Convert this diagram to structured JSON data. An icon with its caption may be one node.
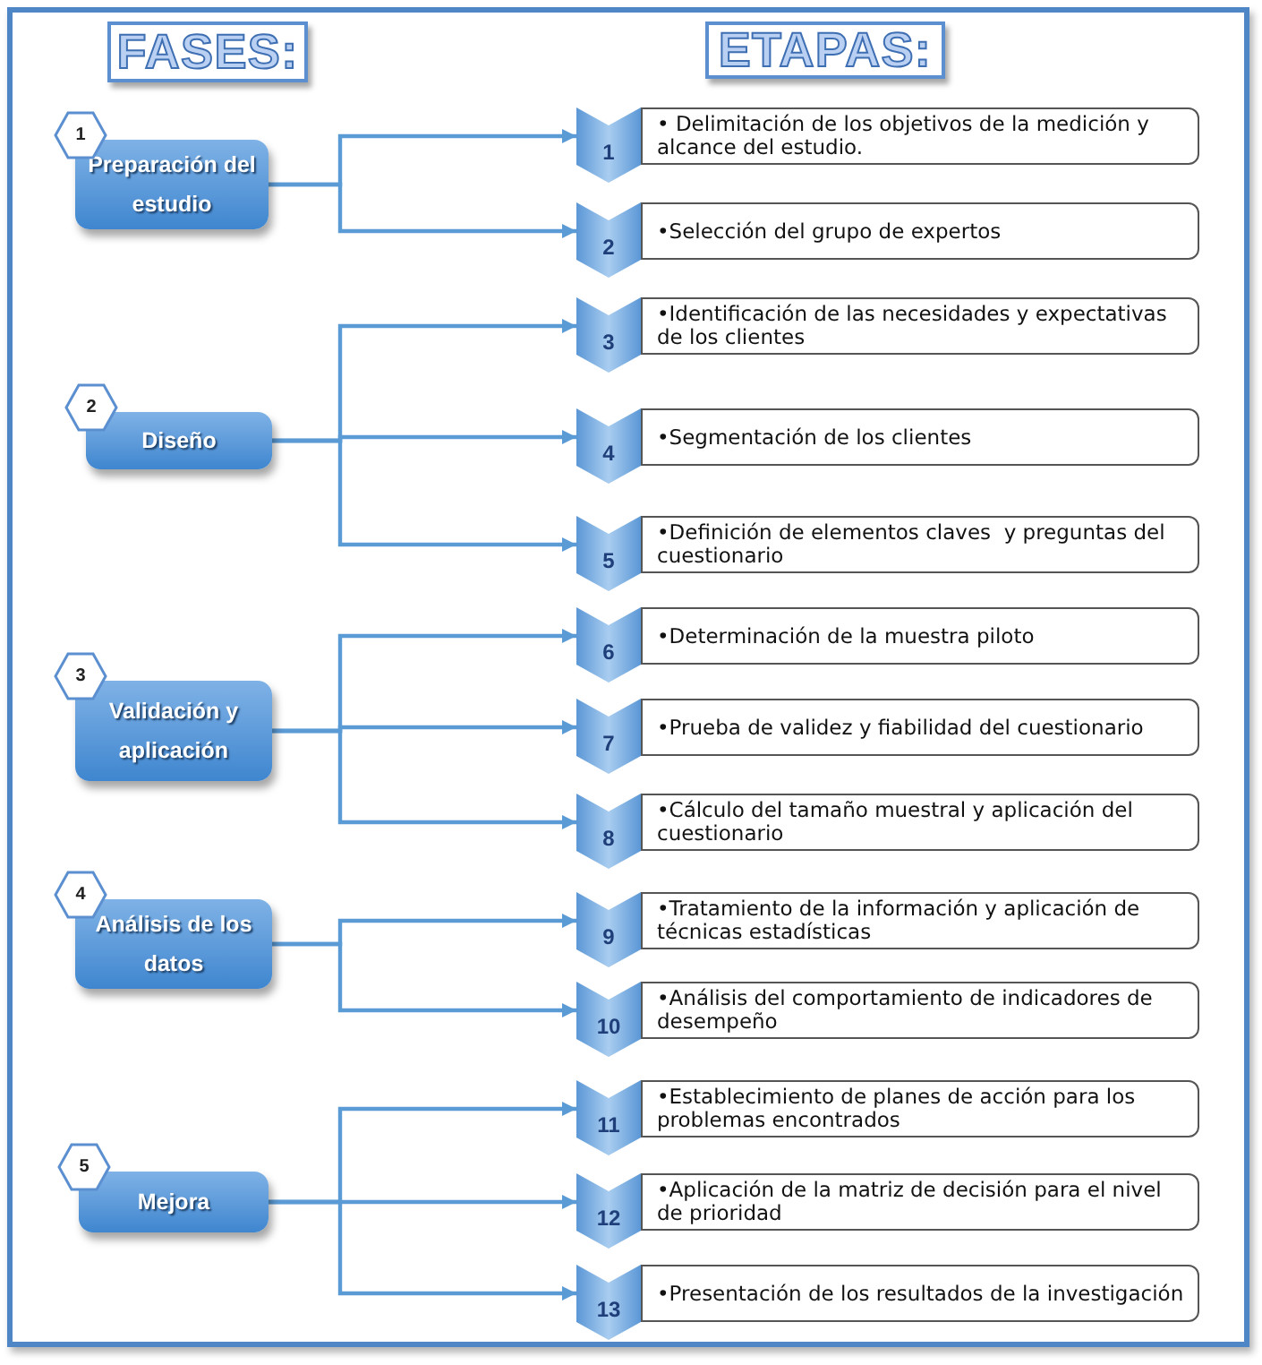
{
  "diagram": {
    "nodes": [
      {
        "text": [
          "FASES:"
        ]
      },
      {
        "text": [
          "ETAPAS:"
        ]
      },
      {
        "text": [
          "1",
          "Preparación del estudio"
        ]
      },
      {
        "text": [
          "1",
          "• Delimitación de los objetivos de la medición y alcance del estudio."
        ]
      },
      {
        "text": [
          "2",
          "•Selección del grupo de expertos"
        ]
      },
      {
        "text": [
          "2",
          "Diseño"
        ]
      },
      {
        "text": [
          "3",
          "•Identificación de las necesidades y expectativas de los clientes"
        ]
      },
      {
        "text": [
          "4",
          "•Segmentación de los clientes"
        ]
      },
      {
        "text": [
          "5",
          "•Definición de elementos claves  y preguntas del cuestionario"
        ]
      },
      {
        "text": [
          "3",
          "Validación y aplicación"
        ]
      },
      {
        "text": [
          "6",
          "•Determinación de la muestra piloto"
        ]
      },
      {
        "text": [
          "7",
          "•Prueba de validez y fiabilidad del cuestionario"
        ]
      },
      {
        "text": [
          "8",
          "•Cálculo del tamaño muestral y aplicación del cuestionario"
        ]
      },
      {
        "text": [
          "4",
          "Análisis de los datos"
        ]
      },
      {
        "text": [
          "9",
          "•Tratamiento de la información y aplicación de técnicas estadísticas"
        ]
      },
      {
        "text": [
          "10",
          "•Análisis del comportamiento de indicadores de desempeño"
        ]
      },
      {
        "text": [
          "5",
          "Mejora"
        ]
      },
      {
        "text": [
          "11",
          "•Establecimiento de planes de acción para los problemas encontrados"
        ]
      },
      {
        "text": [
          "12",
          "•Aplicación de la matriz de decisión para el nivel de prioridad"
        ]
      },
      {
        "text": [
          "13",
          "•Presentación de los resultados de la investigación"
        ]
      }
    ],
    "edges": [
      {
        "from": 2,
        "to": 3,
        "arrow": "to"
      },
      {
        "from": 2,
        "to": 4,
        "arrow": "to"
      },
      {
        "from": 5,
        "to": 6,
        "arrow": "to"
      },
      {
        "from": 5,
        "to": 7,
        "arrow": "to"
      },
      {
        "from": 5,
        "to": 8,
        "arrow": "to"
      },
      {
        "from": 9,
        "to": 10,
        "arrow": "to"
      },
      {
        "from": 9,
        "to": 11,
        "arrow": "to"
      },
      {
        "from": 9,
        "to": 12,
        "arrow": "to"
      },
      {
        "from": 13,
        "to": 14,
        "arrow": "to"
      },
      {
        "from": 13,
        "to": 15,
        "arrow": "to"
      },
      {
        "from": 16,
        "to": 17,
        "arrow": "to"
      },
      {
        "from": 16,
        "to": 18,
        "arrow": "to"
      },
      {
        "from": 16,
        "to": 19,
        "arrow": "to"
      }
    ]
  }
}
